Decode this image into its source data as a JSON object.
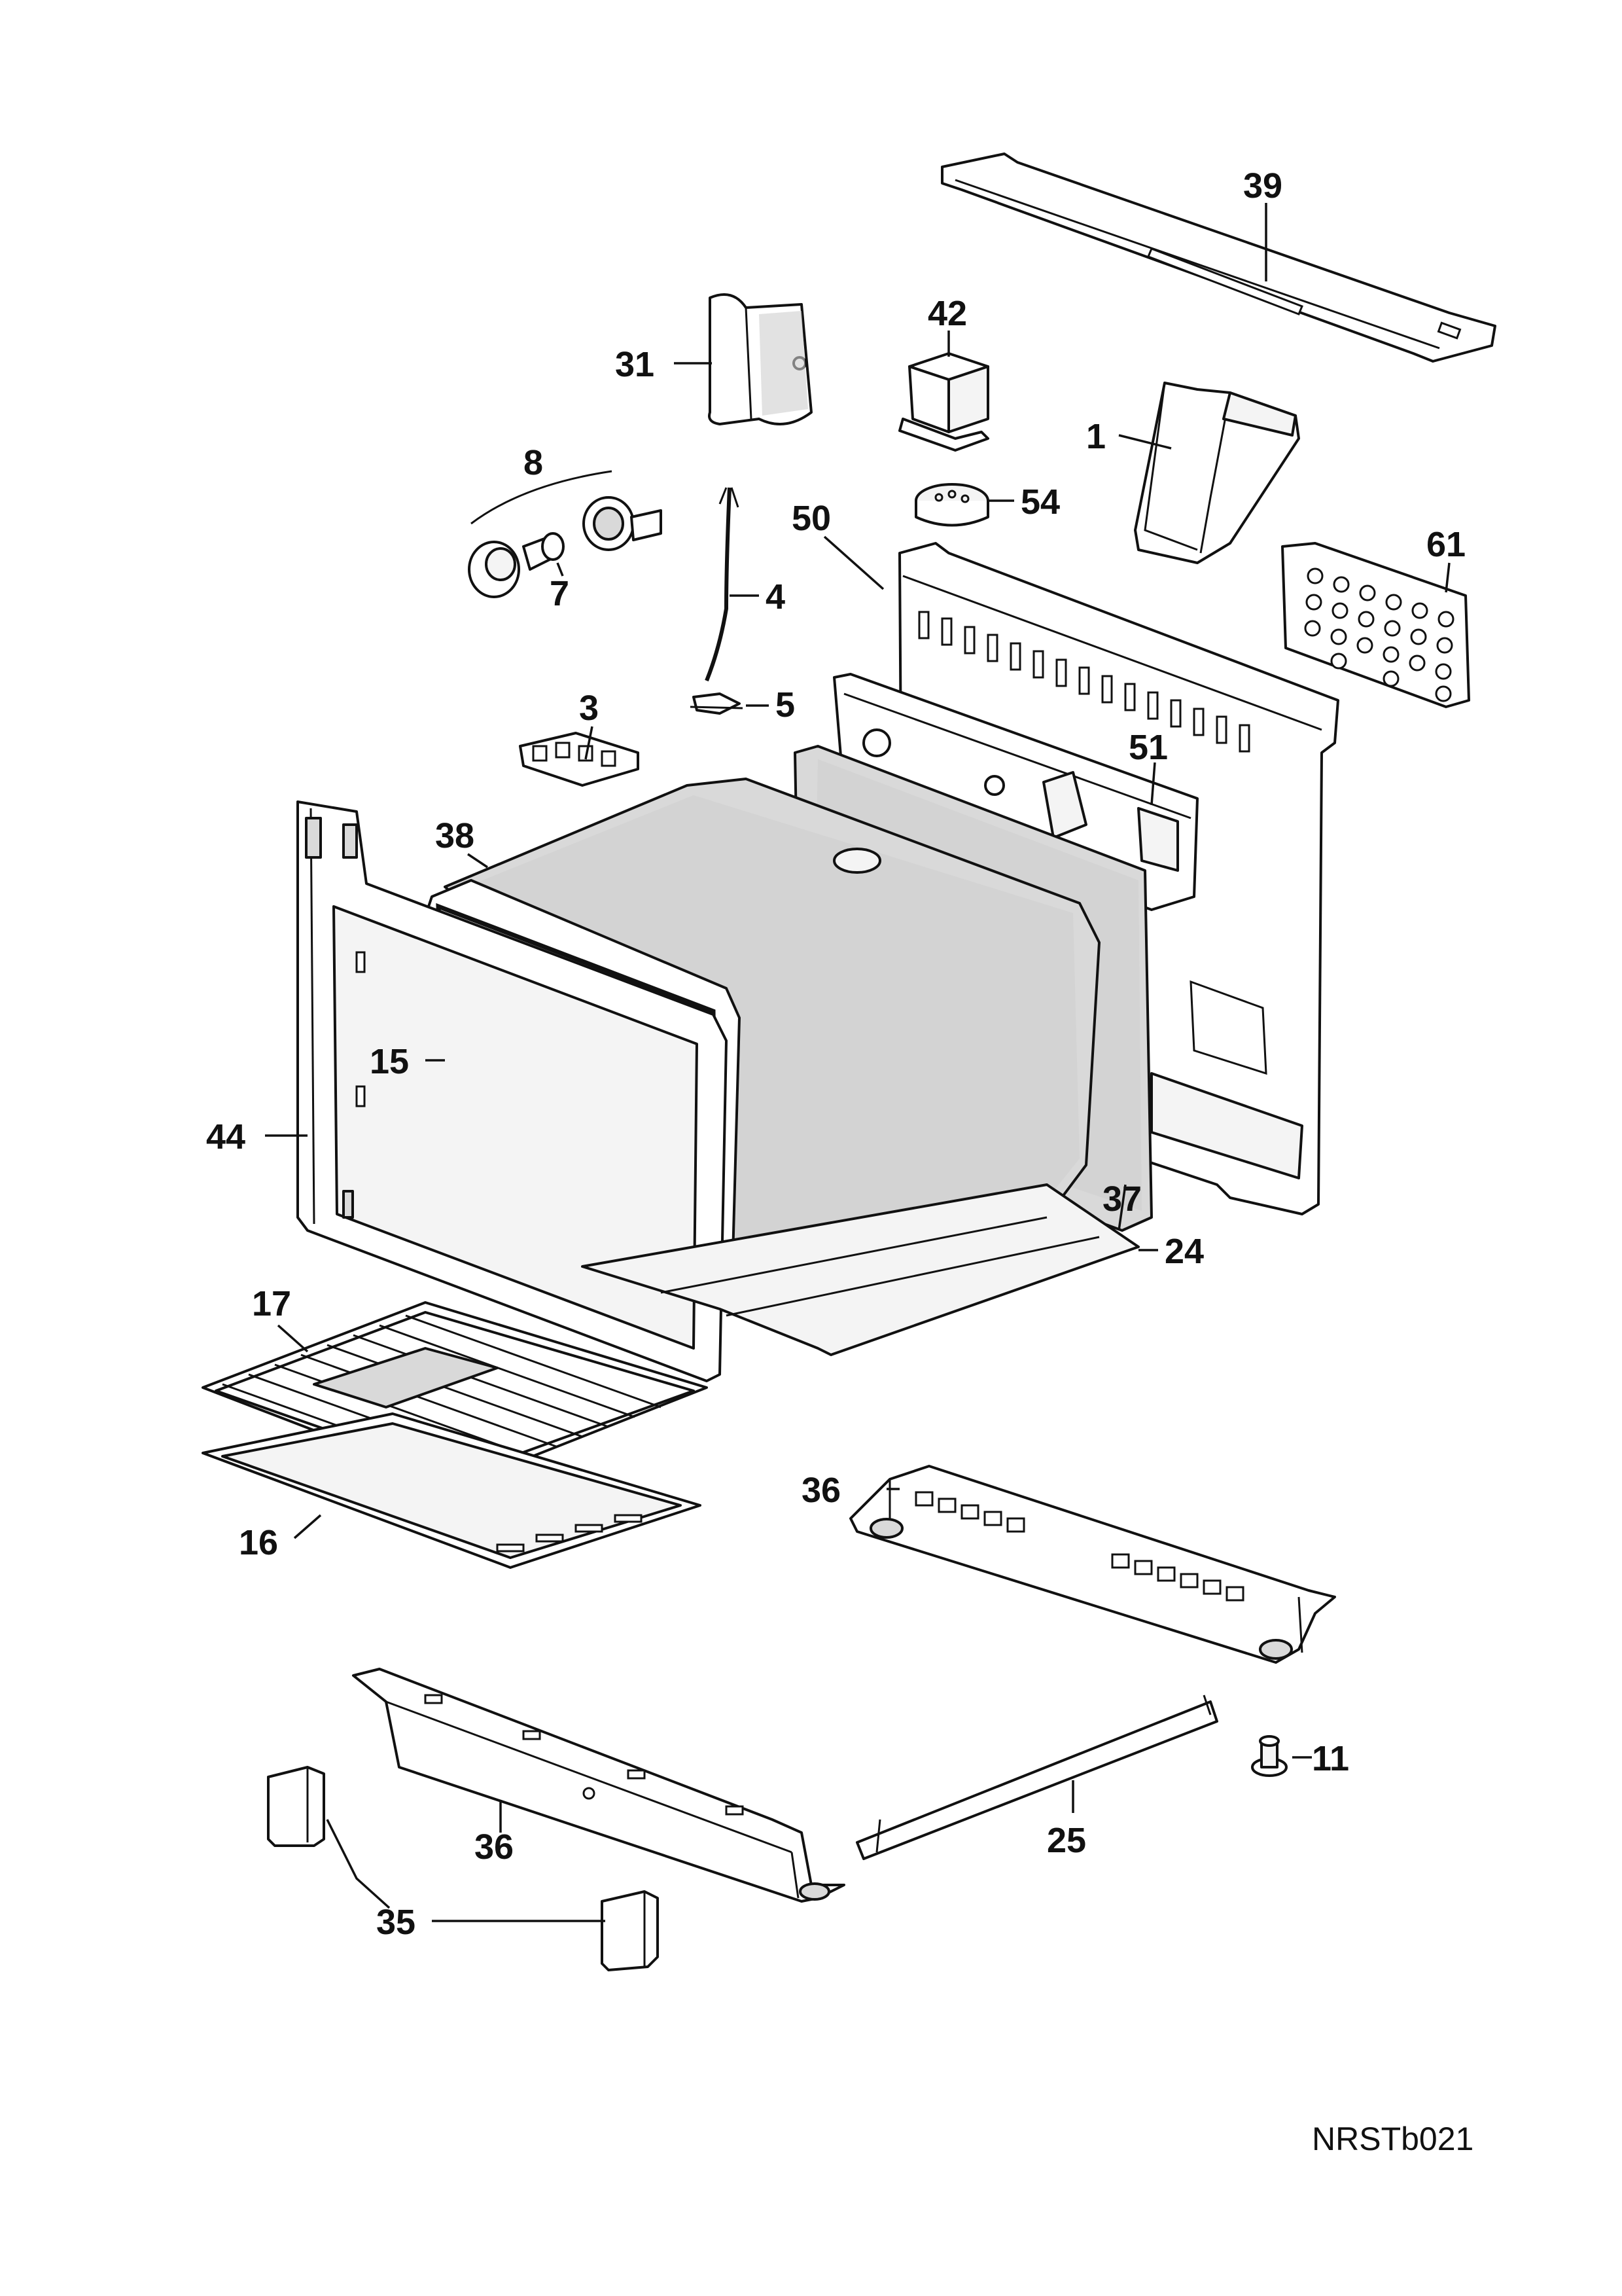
{
  "callouts": [
    {
      "id": "39",
      "text": "39"
    },
    {
      "id": "42",
      "text": "42"
    },
    {
      "id": "31",
      "text": "31"
    },
    {
      "id": "1",
      "text": "1"
    },
    {
      "id": "8",
      "text": "8"
    },
    {
      "id": "54",
      "text": "54"
    },
    {
      "id": "50",
      "text": "50"
    },
    {
      "id": "61",
      "text": "61"
    },
    {
      "id": "7",
      "text": "7"
    },
    {
      "id": "4",
      "text": "4"
    },
    {
      "id": "3",
      "text": "3"
    },
    {
      "id": "5",
      "text": "5"
    },
    {
      "id": "51",
      "text": "51"
    },
    {
      "id": "38",
      "text": "38"
    },
    {
      "id": "15",
      "text": "15"
    },
    {
      "id": "44",
      "text": "44"
    },
    {
      "id": "37",
      "text": "37"
    },
    {
      "id": "24",
      "text": "24"
    },
    {
      "id": "17",
      "text": "17"
    },
    {
      "id": "36a",
      "text": "36"
    },
    {
      "id": "16",
      "text": "16"
    },
    {
      "id": "11",
      "text": "11"
    },
    {
      "id": "36b",
      "text": "36"
    },
    {
      "id": "25",
      "text": "25"
    },
    {
      "id": "35",
      "text": "35"
    }
  ],
  "drawing_code": "NRSTb021"
}
